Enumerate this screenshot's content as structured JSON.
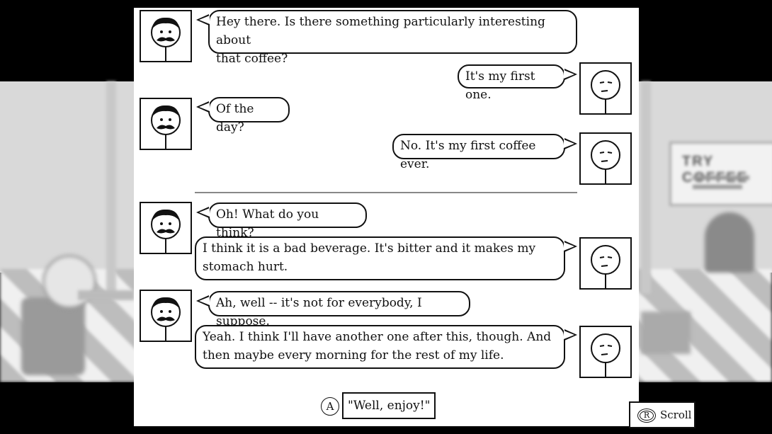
{
  "dialogue": [
    {
      "speaker": "mustache-man",
      "side": "left",
      "text_lines": [
        "Hey there. Is there something particularly interesting about",
        "that coffee?"
      ]
    },
    {
      "speaker": "player",
      "side": "right",
      "text_lines": [
        "It's my first one."
      ]
    },
    {
      "speaker": "mustache-man",
      "side": "left",
      "text_lines": [
        "Of the day?"
      ]
    },
    {
      "speaker": "player",
      "side": "right",
      "text_lines": [
        "No. It's my first coffee ever."
      ]
    },
    {
      "speaker": "mustache-man",
      "side": "left",
      "text_lines": [
        "Oh!  What do you think?"
      ]
    },
    {
      "speaker": "player",
      "side": "right",
      "text_lines": [
        "I think it is a bad beverage. It's bitter and it makes my",
        "stomach hurt."
      ]
    },
    {
      "speaker": "mustache-man",
      "side": "left",
      "text_lines": [
        "Ah, well -- it's not for everybody, I suppose."
      ]
    },
    {
      "speaker": "player",
      "side": "right",
      "text_lines": [
        "Yeah. I think I'll have another one after this, though. And",
        "then maybe every morning for the rest of my life."
      ]
    }
  ],
  "choice": {
    "button": "A",
    "label": "\"Well, enjoy!\""
  },
  "scroll_hint": {
    "button": "R",
    "label": "Scroll"
  },
  "background_sign": {
    "text": "TRY COFFEE"
  },
  "colors": {
    "ink": "#111111",
    "paper": "#ffffff",
    "letterbox": "#000000"
  }
}
